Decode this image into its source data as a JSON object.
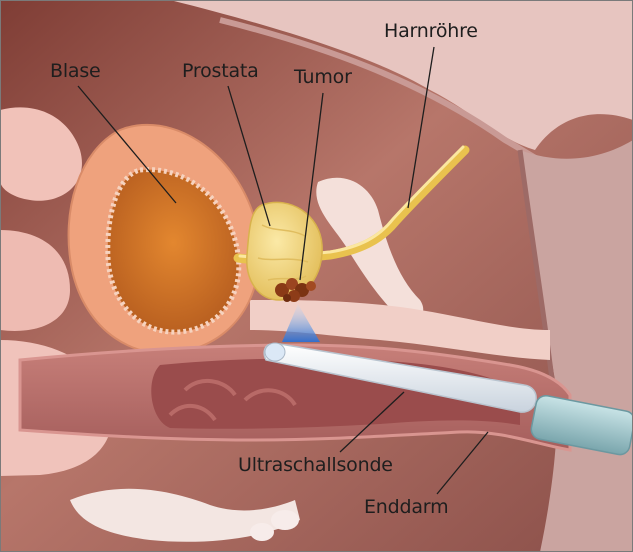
{
  "labels": {
    "bladder": "Blase",
    "prostate": "Prostata",
    "tumor": "Tumor",
    "urethra": "Harnröhre",
    "probe": "Ultraschallsonde",
    "rectum": "Enddarm"
  },
  "colors": {
    "background_tissue": "#b66f63",
    "bladder_wall": "#efa27d",
    "bladder_inner": "#d07428",
    "prostate": "#f0d57a",
    "urethra": "#e9c24e",
    "tumor": "#8a3a16",
    "rectum_wall": "#d9938e",
    "rectum_inner": "#9a4c4c",
    "probe": "#eef2f6",
    "probe_handle": "#9fc9cf",
    "ultrasound_beam": "#4a86d6",
    "bone": "#f3e3dc"
  }
}
